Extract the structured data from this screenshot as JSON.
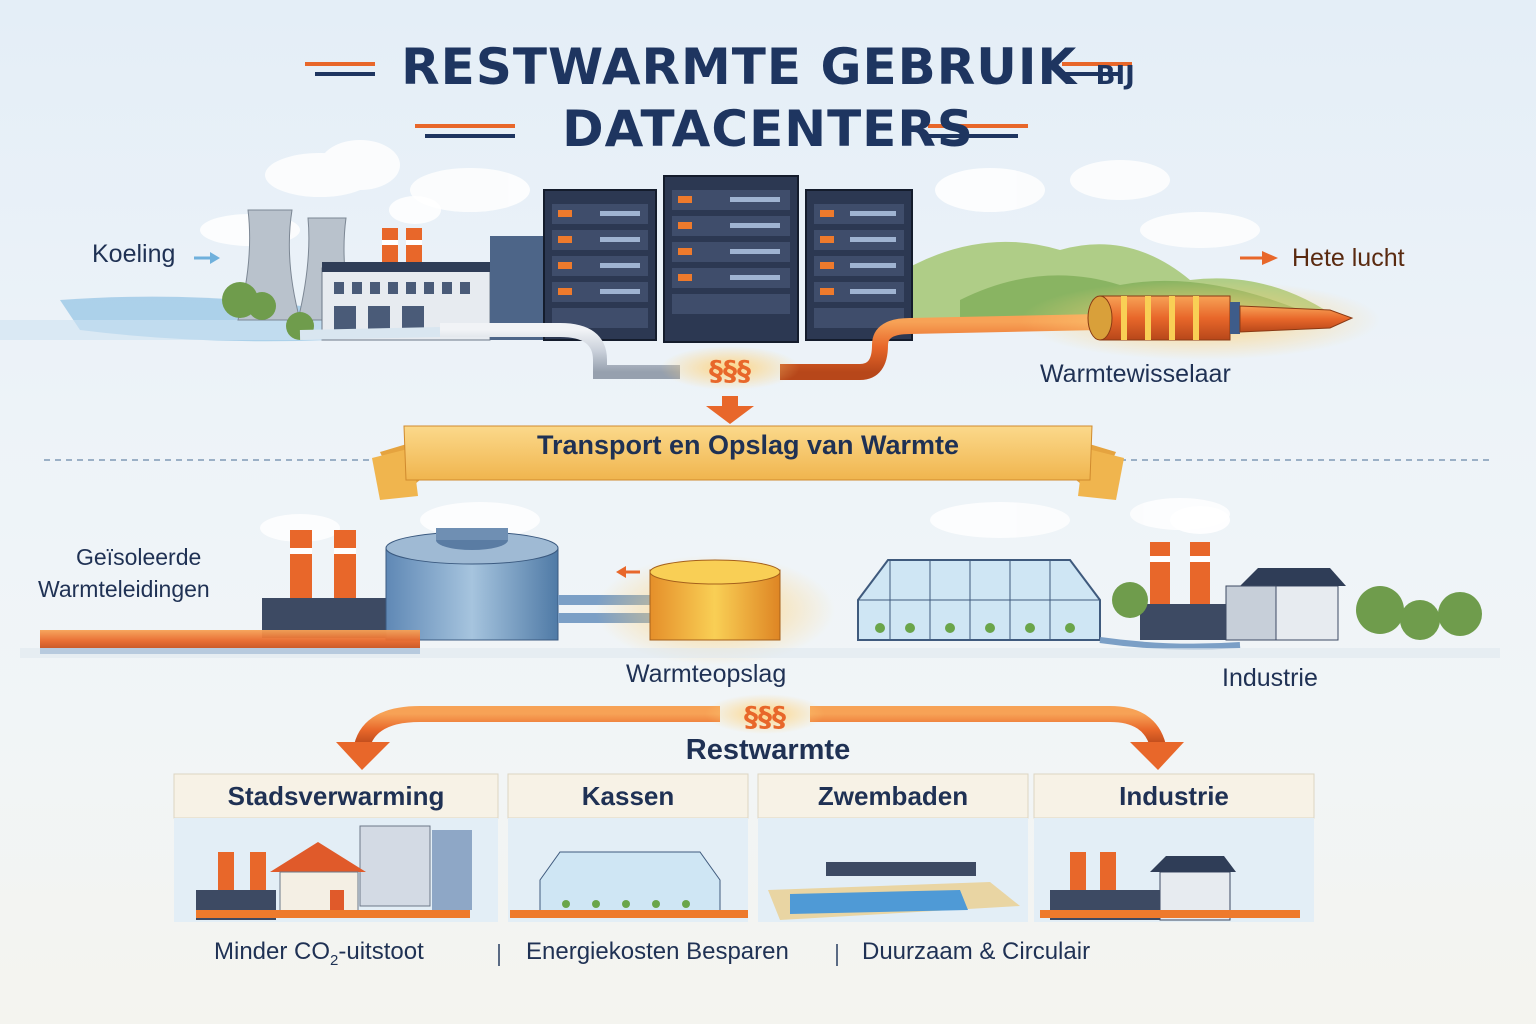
{
  "title": {
    "line1": "RESTWARMTE GEBRUIK",
    "line1_small": "BIJ",
    "line2": "DATACENTERS"
  },
  "top_section": {
    "cooling_label": "Koeling",
    "hot_air_label": "Hete lucht",
    "heat_exchanger_label": "Warmtewisselaar",
    "heat_symbol": "§§§"
  },
  "banner": {
    "text": "Transport en Opslag van Warmte"
  },
  "middle_section": {
    "pipes_label_line1": "Geïsoleerde",
    "pipes_label_line2": "Warmteleidingen",
    "storage_label": "Warmteopslag",
    "industry_label": "Industrie"
  },
  "distribution": {
    "label": "Restwarmte",
    "heat_symbol": "§§§"
  },
  "applications": [
    {
      "title": "Stadsverwarming",
      "icon": "city-heating-icon"
    },
    {
      "title": "Kassen",
      "icon": "greenhouse-icon"
    },
    {
      "title": "Zwembaden",
      "icon": "swimming-pool-icon"
    },
    {
      "title": "Industrie",
      "icon": "factory-icon"
    }
  ],
  "benefits": {
    "item1_prefix": "Minder CO",
    "item1_sub": "2",
    "item1_suffix": "-uitstoot",
    "item2": "Energiekosten Besparen",
    "item3": "Duurzaam & Circulair"
  },
  "colors": {
    "title": "#1e3560",
    "accent_orange": "#e8672a",
    "pipe_orange": "#ee7a2c",
    "banner_yellow": "#f6c96a",
    "server_navy": "#2c3852"
  }
}
